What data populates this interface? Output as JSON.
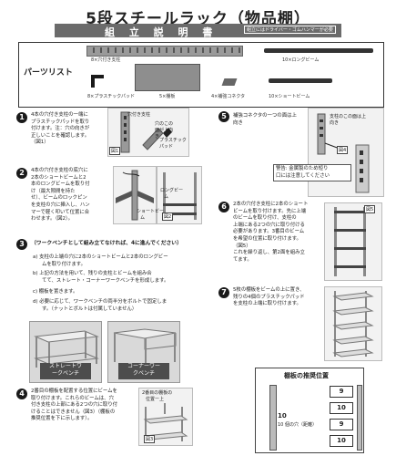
{
  "header": {
    "title": "5段スチールラック（物品棚）",
    "subtitle": "組 立 説 明 書",
    "tool_note": "組立にはドライバー・ゴムハンマーが必要"
  },
  "parts": {
    "heading": "パーツリスト",
    "items": [
      {
        "label": "8×穴付き支柱"
      },
      {
        "label": "10×ロングビーム"
      },
      {
        "label": "8×プラスチックパッド"
      },
      {
        "label": "5×棚板"
      },
      {
        "label": "4×補強コネクタ"
      },
      {
        "label": "10×ショートビーム"
      }
    ]
  },
  "steps": [
    {
      "num": "1",
      "text": [
        "4本の穴付き支柱の一端に",
        "プラスチックパッドを取り",
        "付けます。注：穴の向きが",
        "正しいことを確認します。",
        "（図1）"
      ],
      "figure_labels": [
        "穴付き支柱",
        "穴のこの",
        "面が上向",
        "き",
        "プラスチック",
        "パッド"
      ],
      "fig_tag": "図1"
    },
    {
      "num": "2",
      "text": [
        "4本の穴付き支柱の底穴に",
        "2本のショートビームと2",
        "本のロングビームを取り付",
        "け（最大隙間を持た",
        "せ）、ビームのロックピン",
        "を支柱の穴に挿入し、ハン",
        "マーで軽く叩いて位置に合",
        "わせます。（図2）。"
      ],
      "figure_labels": [
        "ロングビー",
        "ム",
        "ショートビー",
        "ム"
      ],
      "fig_tag": "図2"
    },
    {
      "num": "3",
      "heading": "（ワークベンチとして組み立てなければ、4に進んでください）",
      "sub_a": [
        "a) 支柱の上端の穴に2本のショートビームと2本のロングビー",
        "ムを取り付けます。"
      ],
      "sub_b": [
        "b) 上記の方法を用いて、残りの支柱とビームを組み合",
        "てて、ストレート・コーナーワークベンチを形成します。"
      ],
      "sub_c": [
        "c) 棚板を置きます。"
      ],
      "sub_d": [
        "d) 必要に応じて、ワークベンチの両半分をボルトで固定しま",
        "す。（ナットとボルトは付属していません）"
      ],
      "captions": [
        "ストレートワ",
        "ークベンチ",
        "コーナーワー",
        "クベンチ"
      ]
    },
    {
      "num": "4",
      "text": [
        "2番目の棚板を配置する位置にビームを",
        "取り付けます。これらのビームは、穴",
        "付き支柱の上部にある2つの穴に取り付",
        "けることはできません（図3）（棚板の",
        "推奨位置を下に示します）。"
      ],
      "figure_labels": [
        "2番目の棚板の",
        "位置ー上"
      ],
      "fig_tag": "図3"
    },
    {
      "num": "5",
      "text": [
        "補強コネクタの一つの面は上",
        "向き"
      ],
      "figure_labels": [
        "支柱のこの面は上",
        "向き"
      ],
      "fig_tag": "図4",
      "warning": [
        "警告: 金属製のため短り",
        "口には注意してください"
      ]
    },
    {
      "num": "6",
      "text": [
        "2本の穴付き支柱に2本のショート",
        "ビームを取り付けます。先に上端",
        "のビームを取り付け、支柱の",
        "上端にある2つの穴に取り付ける",
        "必要があります。3番目のビーム",
        "を希望の位置に取り付けます。",
        "（図5）",
        "",
        "これを繰り返し、第2面を組み立",
        "てます。"
      ],
      "fig_tag": "図5"
    },
    {
      "num": "7",
      "text": [
        "5枚の棚板をビームの上に置き、",
        "残りの4個のプラスチックパッド",
        "を支柱の上端に取り付けます。"
      ]
    }
  ],
  "shelf_spacing": {
    "title": "棚板の推奨位置",
    "side_label": "10 個の穴（距離）",
    "side_value": "10",
    "cells": [
      "9",
      "10",
      "9",
      "10"
    ]
  }
}
